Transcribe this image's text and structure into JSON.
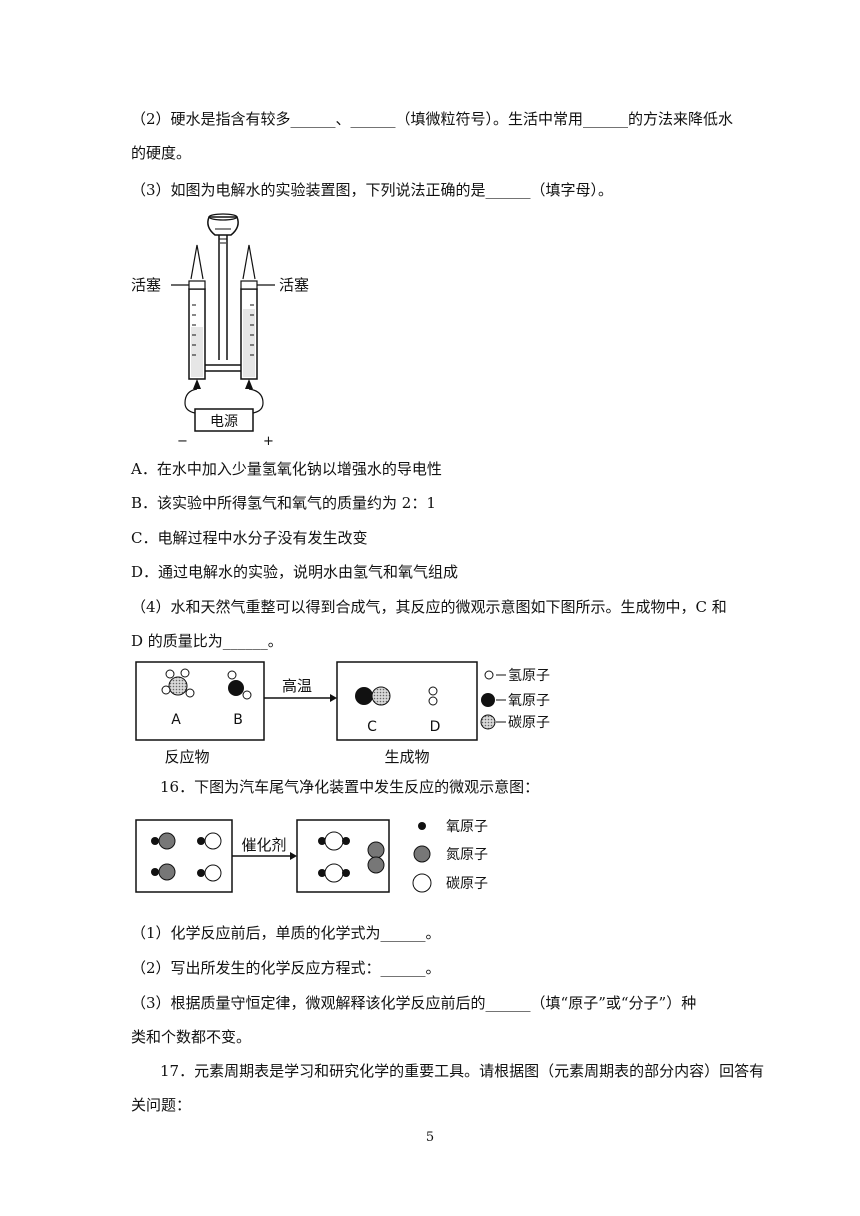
{
  "q15_2": {
    "line1": "（2）硬水是指含有较多______、______（填微粒符号）。生活中常用______的方法来降低水",
    "line2": "的硬度。"
  },
  "q15_3": {
    "stem": "（3）如图为电解水的实验装置图，下列说法正确的是______（填字母）。",
    "figure": {
      "stopcock_left": "活塞",
      "stopcock_right": "活塞",
      "power": "电源",
      "minus": "−",
      "plus": "+"
    },
    "options": [
      "A．在水中加入少量氢氧化钠以增强水的导电性",
      "B．该实验中所得氢气和氧气的质量约为 2：1",
      "C．电解过程中水分子没有发生改变",
      "D．通过电解水的实验，说明水由氢气和氧气组成"
    ]
  },
  "q15_4": {
    "line1": "（4）水和天然气重整可以得到合成气，其反应的微观示意图如下图所示。生成物中，C 和",
    "line2": "D 的质量比为______。",
    "figure": {
      "label_a": "A",
      "label_b": "B",
      "label_c": "C",
      "label_d": "D",
      "condition": "高温",
      "reactants": "反应物",
      "products": "生成物",
      "legend": [
        "氢原子",
        "氧原子",
        "碳原子"
      ]
    }
  },
  "q16": {
    "stem": "16．下图为汽车尾气净化装置中发生反应的微观示意图：",
    "figure": {
      "catalyst": "催化剂",
      "legend": [
        "氧原子",
        "氮原子",
        "碳原子"
      ]
    },
    "sub1": "（1）化学反应前后，单质的化学式为______。",
    "sub2": "（2）写出所发生的化学反应方程式：______。",
    "sub3_line1": "（3）根据质量守恒定律，微观解释该化学反应前后的______（填“原子”或“分子”）种",
    "sub3_line2": "类和个数都不变。"
  },
  "q17": {
    "line1": "17．元素周期表是学习和研究化学的重要工具。请根据图（元素周期表的部分内容）回答有",
    "line2": "关问题："
  },
  "page_number": "5"
}
